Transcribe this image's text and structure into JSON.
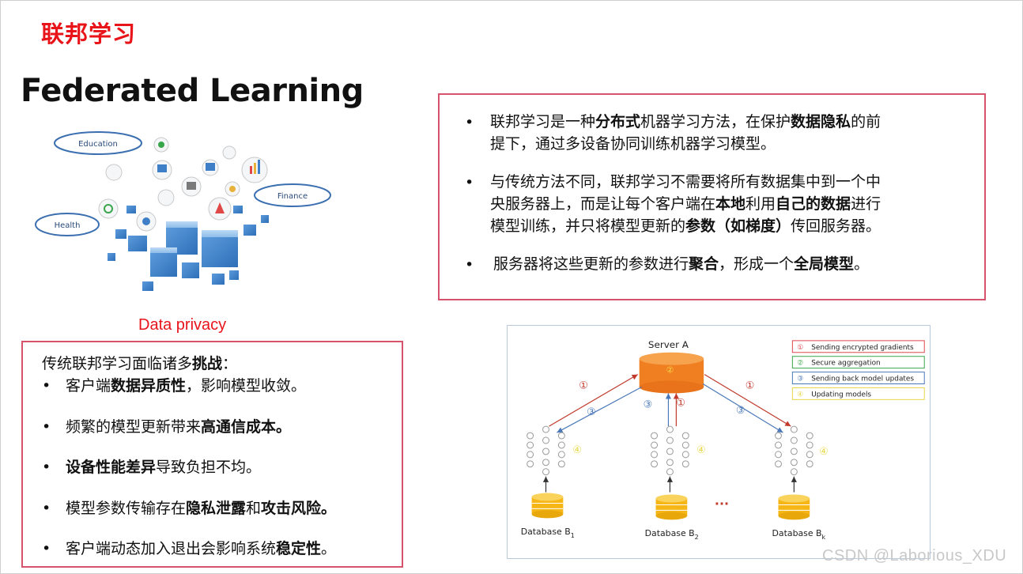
{
  "slide": {
    "title_cn": "联邦学习",
    "title_en": "Federated Learning",
    "data_privacy": "Data privacy",
    "watermark": "CSDN @Laborious_XDU"
  },
  "illustration": {
    "clouds": [
      "Education",
      "Finance",
      "Health"
    ]
  },
  "right_box": {
    "bullet": "•",
    "items": [
      {
        "lines": [
          [
            {
              "t": "联邦学习是一种"
            },
            {
              "t": "分布式",
              "b": true
            },
            {
              "t": "机器学习方法，在保护"
            },
            {
              "t": "数据隐私",
              "b": true
            },
            {
              "t": "的前"
            }
          ],
          [
            {
              "t": "提下，通过多设备协同训练机器学习模型。"
            }
          ]
        ]
      },
      {
        "lines": [
          [
            {
              "t": "与传统方法不同，联邦学习不需要将所有数据集中到一个中"
            }
          ],
          [
            {
              "t": "央服务器上，而是让每个客户端在"
            },
            {
              "t": "本地",
              "b": true
            },
            {
              "t": "利用"
            },
            {
              "t": "自己的数据",
              "b": true
            },
            {
              "t": "进行"
            }
          ],
          [
            {
              "t": "模型训练，并只将模型更新的"
            },
            {
              "t": "参数（如梯度）",
              "b": true
            },
            {
              "t": "传回服务器。"
            }
          ]
        ]
      },
      {
        "lines": [
          [
            {
              "t": "服务器将这些更新的参数进行"
            },
            {
              "t": "聚合",
              "b": true
            },
            {
              "t": "，形成一个"
            },
            {
              "t": "全局模型",
              "b": true
            },
            {
              "t": "。"
            }
          ]
        ]
      }
    ]
  },
  "left_box": {
    "intro": [
      {
        "t": "传统联邦学习面临诸多"
      },
      {
        "t": "挑战",
        "b": true
      },
      {
        "t": "："
      }
    ],
    "bullet": "•",
    "items": [
      [
        {
          "t": "客户端"
        },
        {
          "t": "数据异质性",
          "b": true
        },
        {
          "t": "，影响模型收敛。"
        }
      ],
      [
        {
          "t": "频繁的模型更新带来"
        },
        {
          "t": "高通信成本。",
          "b": true
        }
      ],
      [
        {
          "t": "设备性能差异",
          "b": true
        },
        {
          "t": "导致负担不均。"
        }
      ],
      [
        {
          "t": "模型参数传输存在"
        },
        {
          "t": "隐私泄露",
          "b": true
        },
        {
          "t": "和"
        },
        {
          "t": "攻击风险。",
          "b": true
        }
      ],
      [
        {
          "t": "客户端动态加入退出会影响系统"
        },
        {
          "t": "稳定性",
          "b": true
        },
        {
          "t": "。"
        }
      ]
    ]
  },
  "diagram": {
    "server_label": "Server A",
    "legend": [
      {
        "num": "①",
        "text": "Sending encrypted gradients",
        "color": "#e0474c"
      },
      {
        "num": "②",
        "text": "Secure aggregation",
        "color": "#3aa64a"
      },
      {
        "num": "③",
        "text": "Sending back model updates",
        "color": "#4a78b8"
      },
      {
        "num": "④",
        "text": "Updating models",
        "color": "#e8d84a"
      }
    ],
    "databases": [
      {
        "name": "Database B",
        "sub": "1"
      },
      {
        "name": "Database B",
        "sub": "2"
      },
      {
        "name": "Database B",
        "sub": "k"
      }
    ],
    "ellipsis": "...",
    "arrow_labels": {
      "one": "①",
      "two": "②",
      "three": "③",
      "four": "④"
    }
  }
}
